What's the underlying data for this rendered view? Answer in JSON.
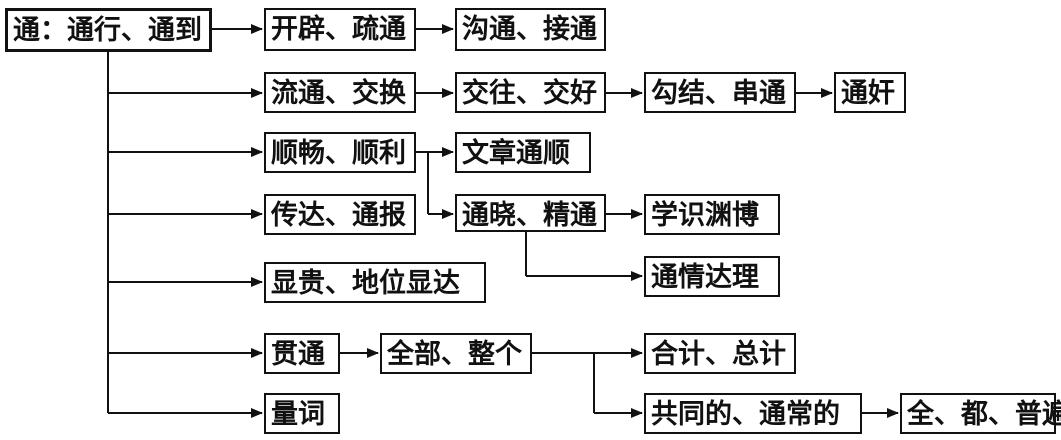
{
  "nodes": {
    "root": "通：通行、通到",
    "kaipi": "开辟、疏通",
    "goutong": "沟通、接通",
    "liutong": "流通、交换",
    "jiaowang": "交往、交好",
    "goujie": "勾结、串通",
    "tongjian": "通奸",
    "shunchang": "顺畅、顺利",
    "wenzhang": "文章通顺",
    "chuanda": "传达、通报",
    "tongxiao": "通晓、精通",
    "xueshi": "学识渊博",
    "tongqing": "通情达理",
    "xiangui": "显贵、地位显达",
    "guantong": "贯通",
    "quanbu": "全部、整个",
    "heji": "合计、总计",
    "gongtong": "共同的、通常的",
    "quandou": "全、都、普遍",
    "liangci": "量词"
  },
  "colors": {
    "line": "#111111",
    "box_border": "#111111",
    "text": "#111111",
    "background": "#ffffff"
  }
}
